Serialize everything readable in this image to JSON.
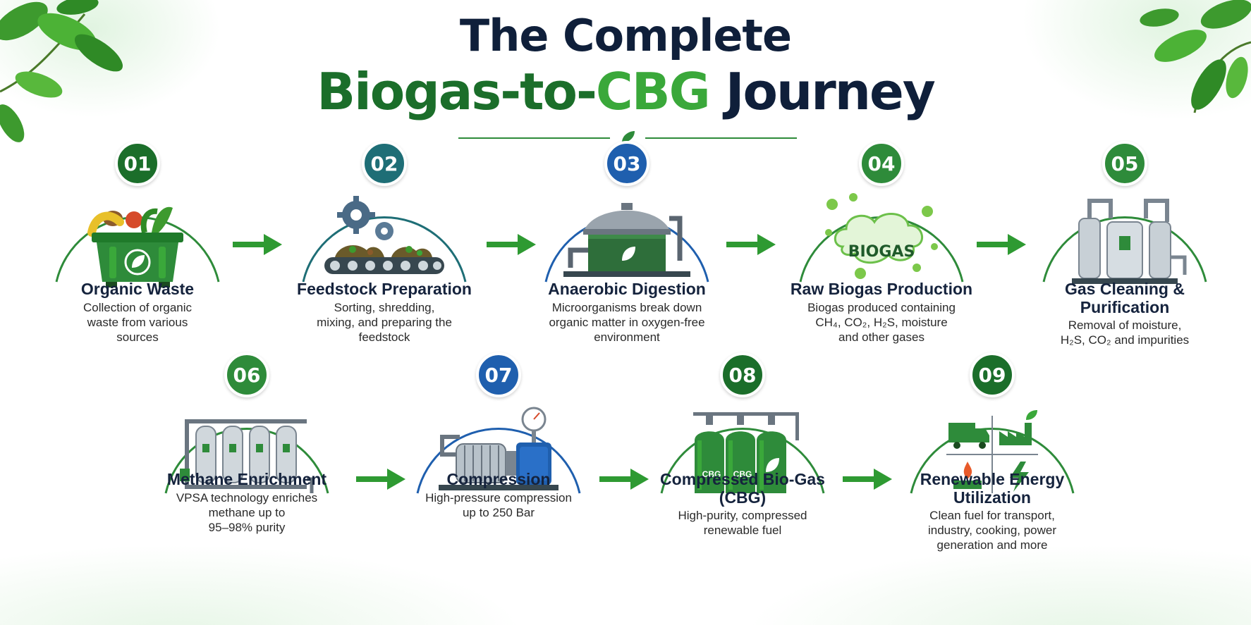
{
  "title": {
    "line1": "The Complete",
    "word1": "Biogas-to-",
    "word2": "CBG",
    "word3": " Journey"
  },
  "colors": {
    "green_dark": "#1b6e2a",
    "green": "#2e8b3a",
    "green_light": "#3aa83a",
    "teal": "#1e6e76",
    "blue": "#1f5fae",
    "navy": "#0f1f3a"
  },
  "steps": [
    {
      "num": "01",
      "title": "Organic Waste",
      "desc": [
        "Collection of organic",
        "waste from various",
        "sources"
      ],
      "icon": "organic-waste-bin-icon"
    },
    {
      "num": "02",
      "title": "Feedstock Preparation",
      "desc": [
        "Sorting, shredding,",
        "mixing, and preparing the",
        "feedstock"
      ],
      "icon": "gears-conveyor-icon"
    },
    {
      "num": "03",
      "title": "Anaerobic Digestion",
      "desc": [
        "Microorganisms break down",
        "organic matter in oxygen-free",
        "environment"
      ],
      "icon": "digester-tank-icon"
    },
    {
      "num": "04",
      "title": "Raw Biogas Production",
      "desc": [
        "Biogas produced containing",
        "CH₄, CO₂, H₂S, moisture",
        "and other gases"
      ],
      "icon": "biogas-cloud-icon",
      "cloud_label": "BIOGAS"
    },
    {
      "num": "05",
      "title": "Gas Cleaning &",
      "title2": "Purification",
      "desc": [
        "Removal of moisture,",
        "H₂S, CO₂ and impurities"
      ],
      "icon": "purification-columns-icon"
    },
    {
      "num": "06",
      "title": "Methane Enrichment",
      "desc": [
        "VPSA technology enriches",
        "methane up to",
        "95–98% purity"
      ],
      "icon": "vpsa-vessels-icon"
    },
    {
      "num": "07",
      "title": "Compression",
      "desc": [
        "High-pressure compression",
        "up to 250 Bar"
      ],
      "icon": "compressor-icon"
    },
    {
      "num": "08",
      "title": "Compressed Bio-Gas",
      "title2": "(CBG)",
      "desc": [
        "High-purity, compressed",
        "renewable fuel"
      ],
      "icon": "cbg-cylinders-icon",
      "cylinder_label": "CBG"
    },
    {
      "num": "09",
      "title": "Renewable Energy",
      "title2": "Utilization",
      "desc": [
        "Clean fuel for transport,",
        "industry, cooking, power",
        "generation and more"
      ],
      "icon": "energy-uses-icon"
    }
  ]
}
